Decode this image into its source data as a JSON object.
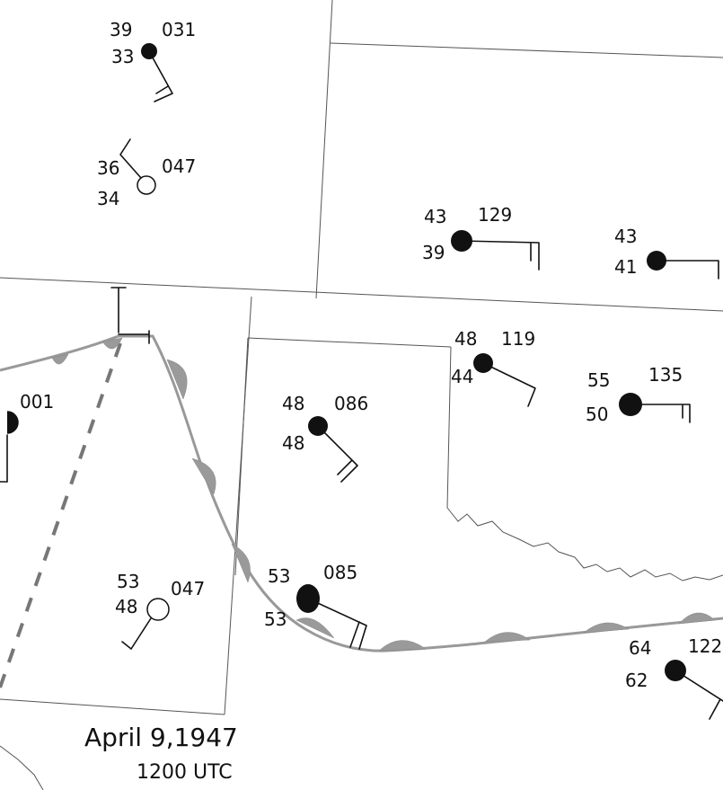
{
  "caption": {
    "date": "April 9,1947",
    "time": "1200 UTC"
  },
  "colors": {
    "ink": "#111111",
    "front": "#999999",
    "border": "#555555"
  },
  "stations": [
    {
      "id": "nw-top",
      "temp": "39",
      "dew": "33",
      "pressure": "031",
      "cover": "full"
    },
    {
      "id": "nw-mid",
      "temp": "36",
      "dew": "34",
      "pressure": "047",
      "cover": "clear"
    },
    {
      "id": "ks-west",
      "temp": "43",
      "dew": "39",
      "pressure": "129",
      "cover": "full"
    },
    {
      "id": "ks-east",
      "temp": "43",
      "dew": "41",
      "pressure": "",
      "cover": "full"
    },
    {
      "id": "nm-edge",
      "temp": "",
      "dew": "",
      "pressure": "001",
      "cover": "half"
    },
    {
      "id": "ok-pan",
      "temp": "48",
      "dew": "44",
      "pressure": "119",
      "cover": "full"
    },
    {
      "id": "ok-east",
      "temp": "55",
      "dew": "50",
      "pressure": "135",
      "cover": "full"
    },
    {
      "id": "tx-pan",
      "temp": "48",
      "dew": "48",
      "pressure": "086",
      "cover": "full"
    },
    {
      "id": "nm-south",
      "temp": "53",
      "dew": "48",
      "pressure": "047",
      "cover": "clear"
    },
    {
      "id": "tx-south",
      "temp": "53",
      "dew": "53",
      "pressure": "085",
      "cover": "full"
    },
    {
      "id": "tx-se",
      "temp": "64",
      "dew": "62",
      "pressure": "122",
      "cover": "full"
    }
  ]
}
